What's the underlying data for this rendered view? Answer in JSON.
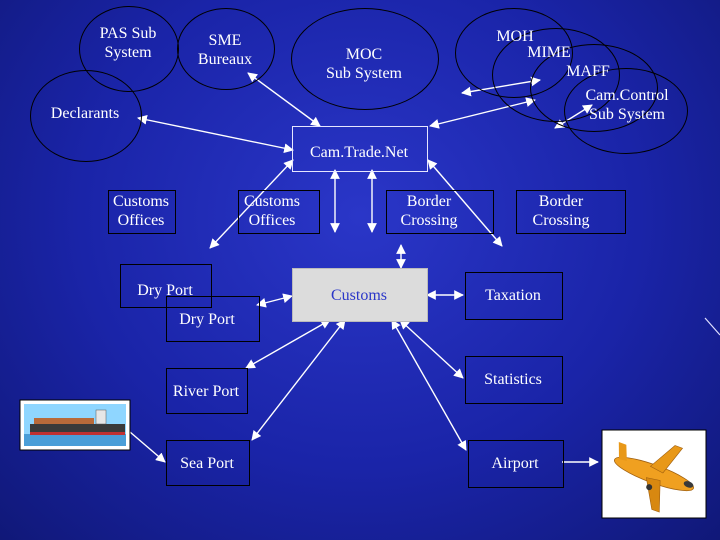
{
  "nodes": {
    "pas_sub_system": "PAS Sub\nSystem",
    "sme_bureaux": "SME\nBureaux",
    "moc_sub_system": "MOC\nSub System",
    "moh": "MOH",
    "mime": "MIME",
    "maff": "MAFF",
    "cam_control": "Cam.Control\nSub System",
    "declarants": "Declarants",
    "cam_trade_net": "Cam.Trade.Net",
    "customs_offices_1": "Customs\nOffices",
    "customs_offices_2": "Customs\nOffices",
    "border_crossing_1": "Border\nCrossing",
    "border_crossing_2": "Border\nCrossing",
    "dry_port_1": "Dry Port",
    "dry_port_2": "Dry Port",
    "customs": "Customs",
    "taxation": "Taxation",
    "statistics": "Statistics",
    "river_port": "River Port",
    "sea_port": "Sea Port",
    "airport": "Airport"
  },
  "colors": {
    "background": "#1e28b4",
    "customs_fill": "#dcdcdc",
    "customs_text": "#2a36c8",
    "line": "#ffffff",
    "outline": "#000000"
  },
  "icons": [
    "ship-icon",
    "airplane-icon"
  ]
}
